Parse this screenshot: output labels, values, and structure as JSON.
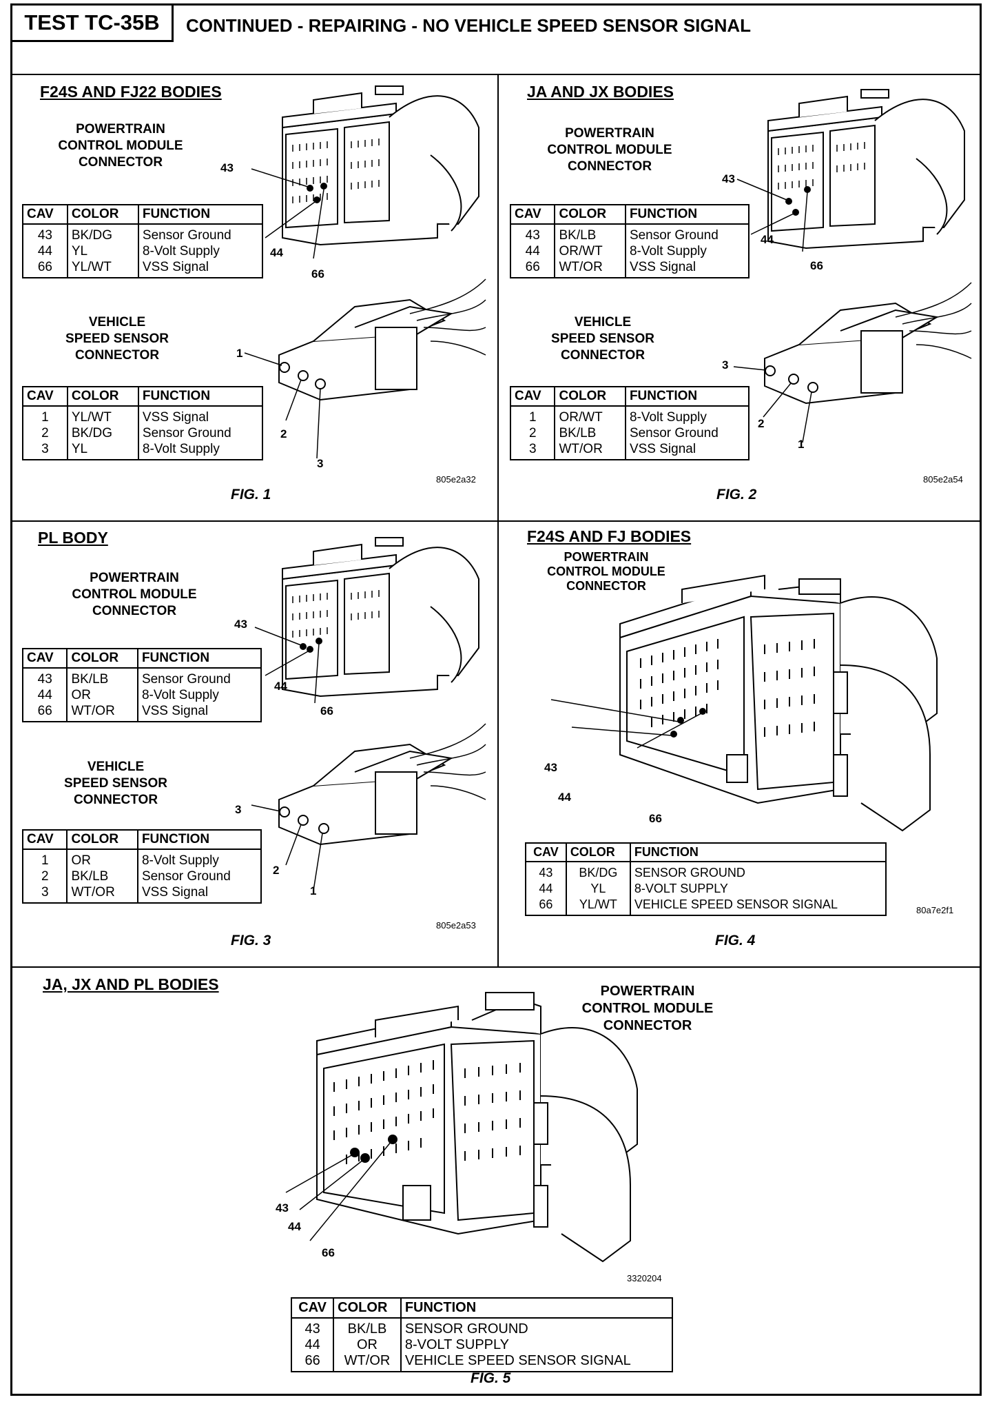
{
  "header": {
    "test_id": "TEST TC-35B",
    "title": "CONTINUED - REPAIRING - NO VEHICLE SPEED SENSOR SIGNAL"
  },
  "fig1": {
    "body_title": "F24S AND FJ22 BODIES",
    "pcm_label": [
      "POWERTRAIN",
      "CONTROL MODULE",
      "CONNECTOR"
    ],
    "pcm_pins": [
      "43",
      "44",
      "66"
    ],
    "pcm_table": {
      "headers": [
        "CAV",
        "COLOR",
        "FUNCTION"
      ],
      "rows": [
        [
          "43",
          "BK/DG",
          "Sensor Ground"
        ],
        [
          "44",
          "YL",
          "8-Volt Supply"
        ],
        [
          "66",
          "YL/WT",
          "VSS Signal"
        ]
      ]
    },
    "vss_label": [
      "VEHICLE",
      "SPEED SENSOR",
      "CONNECTOR"
    ],
    "vss_pins": [
      "1",
      "2",
      "3"
    ],
    "vss_table": {
      "headers": [
        "CAV",
        "COLOR",
        "FUNCTION"
      ],
      "rows": [
        [
          "1",
          "YL/WT",
          "VSS Signal"
        ],
        [
          "2",
          "BK/DG",
          "Sensor Ground"
        ],
        [
          "3",
          "YL",
          "8-Volt Supply"
        ]
      ]
    },
    "code": "805e2a32",
    "caption": "FIG. 1"
  },
  "fig2": {
    "body_title": "JA AND JX BODIES",
    "pcm_label": [
      "POWERTRAIN",
      "CONTROL MODULE",
      "CONNECTOR"
    ],
    "pcm_pins": [
      "43",
      "44",
      "66"
    ],
    "pcm_table": {
      "headers": [
        "CAV",
        "COLOR",
        "FUNCTION"
      ],
      "rows": [
        [
          "43",
          "BK/LB",
          "Sensor Ground"
        ],
        [
          "44",
          "OR/WT",
          "8-Volt Supply"
        ],
        [
          "66",
          "WT/OR",
          "VSS Signal"
        ]
      ]
    },
    "vss_label": [
      "VEHICLE",
      "SPEED SENSOR",
      "CONNECTOR"
    ],
    "vss_pins": [
      "3",
      "2",
      "1"
    ],
    "vss_table": {
      "headers": [
        "CAV",
        "COLOR",
        "FUNCTION"
      ],
      "rows": [
        [
          "1",
          "OR/WT",
          "8-Volt Supply"
        ],
        [
          "2",
          "BK/LB",
          "Sensor Ground"
        ],
        [
          "3",
          "WT/OR",
          "VSS Signal"
        ]
      ]
    },
    "code": "805e2a54",
    "caption": "FIG. 2"
  },
  "fig3": {
    "body_title": "PL BODY",
    "pcm_label": [
      "POWERTRAIN",
      "CONTROL MODULE",
      "CONNECTOR"
    ],
    "pcm_pins": [
      "43",
      "44",
      "66"
    ],
    "pcm_table": {
      "headers": [
        "CAV",
        "COLOR",
        "FUNCTION"
      ],
      "rows": [
        [
          "43",
          "BK/LB",
          "Sensor Ground"
        ],
        [
          "44",
          "OR",
          "8-Volt Supply"
        ],
        [
          "66",
          "WT/OR",
          "VSS Signal"
        ]
      ]
    },
    "vss_label": [
      "VEHICLE",
      "SPEED SENSOR",
      "CONNECTOR"
    ],
    "vss_pins": [
      "3",
      "2",
      "1"
    ],
    "vss_table": {
      "headers": [
        "CAV",
        "COLOR",
        "FUNCTION"
      ],
      "rows": [
        [
          "1",
          "OR",
          "8-Volt Supply"
        ],
        [
          "2",
          "BK/LB",
          "Sensor Ground"
        ],
        [
          "3",
          "WT/OR",
          "VSS Signal"
        ]
      ]
    },
    "code": "805e2a53",
    "caption": "FIG. 3"
  },
  "fig4": {
    "body_title": "F24S AND FJ BODIES",
    "pcm_label": [
      "POWERTRAIN",
      "CONTROL MODULE",
      "CONNECTOR"
    ],
    "pcm_pins": [
      "43",
      "44",
      "66"
    ],
    "table": {
      "headers": [
        "CAV",
        "COLOR",
        "FUNCTION"
      ],
      "rows": [
        [
          "43",
          "BK/DG",
          "SENSOR GROUND"
        ],
        [
          "44",
          "YL",
          "8-VOLT SUPPLY"
        ],
        [
          "66",
          "YL/WT",
          "VEHICLE SPEED SENSOR SIGNAL"
        ]
      ]
    },
    "code": "80a7e2f1",
    "caption": "FIG. 4"
  },
  "fig5": {
    "body_title": "JA, JX AND PL BODIES",
    "pcm_label": [
      "POWERTRAIN",
      "CONTROL MODULE",
      "CONNECTOR"
    ],
    "pcm_pins": [
      "43",
      "44",
      "66"
    ],
    "table": {
      "headers": [
        "CAV",
        "COLOR",
        "FUNCTION"
      ],
      "rows": [
        [
          "43",
          "BK/LB",
          "SENSOR GROUND"
        ],
        [
          "44",
          "OR",
          "8-VOLT SUPPLY"
        ],
        [
          "66",
          "WT/OR",
          "VEHICLE SPEED SENSOR SIGNAL"
        ]
      ]
    },
    "code": "3320204",
    "caption": "FIG. 5"
  }
}
